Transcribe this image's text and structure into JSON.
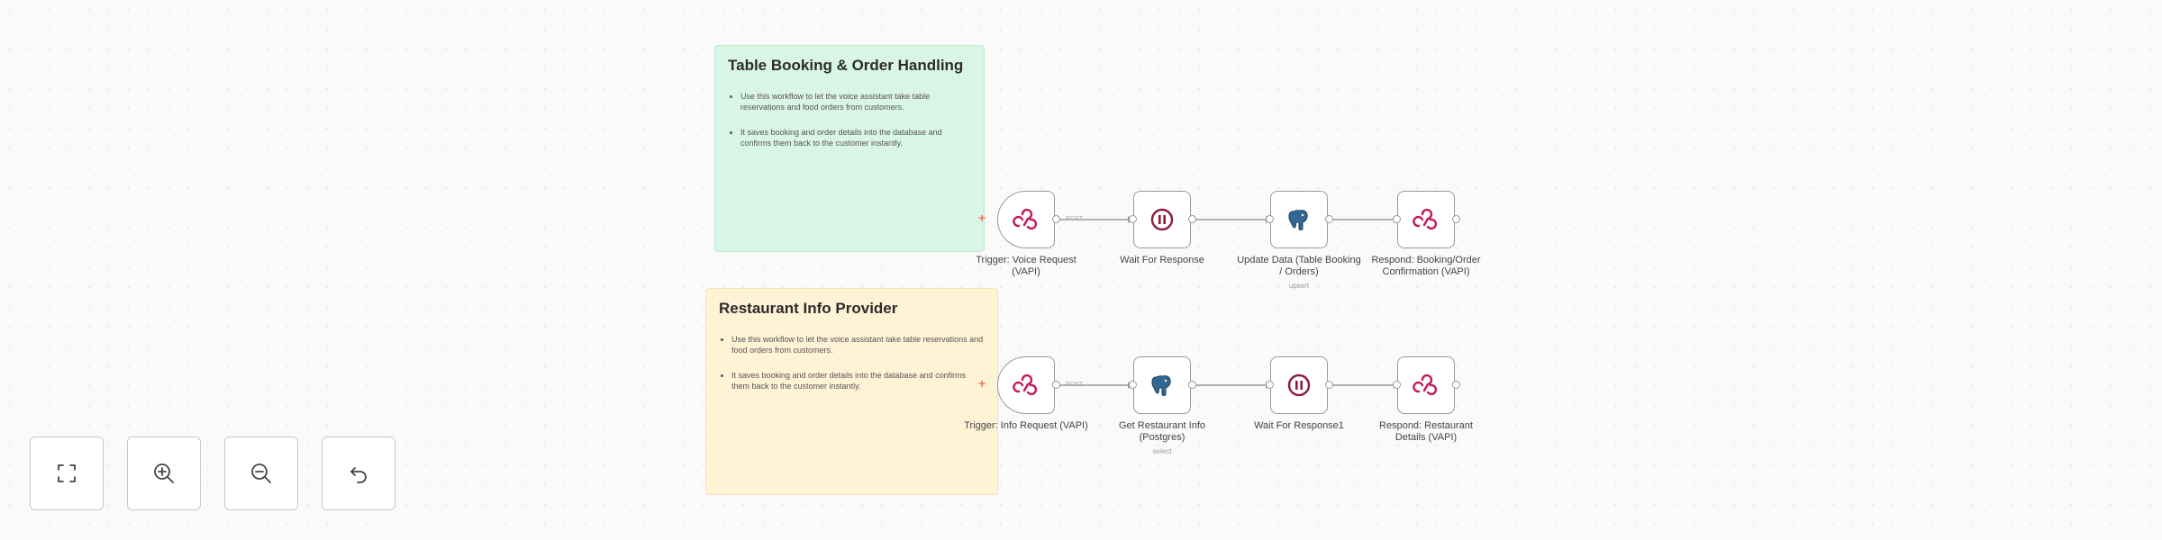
{
  "sticky_booking": {
    "title": "Table Booking & Order Handling",
    "bullet_1": "Use this workflow to let the voice assistant take table reservations and food orders from customers.",
    "bullet_2": "It saves booking and order details into the database and confirms them back to the customer instantly."
  },
  "sticky_info": {
    "title": "Restaurant Info Provider",
    "bullet_1": "Use this workflow to let the voice assistant take table reservations and food orders from customers.",
    "bullet_2": "It saves booking and order details into the database and confirms them back to the customer instantly."
  },
  "row1": {
    "trigger_label": "Trigger: Voice Request (VAPI)",
    "wait_label": "Wait For Response",
    "update_label": "Update Data (Table Booking / Orders)",
    "update_sub": "upsert",
    "respond_label": "Respond: Booking/Order Confirmation (VAPI)",
    "conn_label": "POST"
  },
  "row2": {
    "trigger_label": "Trigger: Info Request (VAPI)",
    "get_label": "Get Restaurant Info (Postgres)",
    "get_sub": "select",
    "wait_label": "Wait For Response1",
    "respond_label": "Respond: Restaurant Details (VAPI)",
    "conn_label": "POST"
  },
  "controls": {
    "fit": "fit-view-icon",
    "zoom_in": "zoom-in-icon",
    "zoom_out": "zoom-out-icon",
    "reset": "undo-icon"
  },
  "colors": {
    "webhook": "#c2185b",
    "wait": "#8e1c3b",
    "postgres": "#336791",
    "sticky_green": "#d9f5e6",
    "sticky_yellow": "#fff3d6"
  }
}
